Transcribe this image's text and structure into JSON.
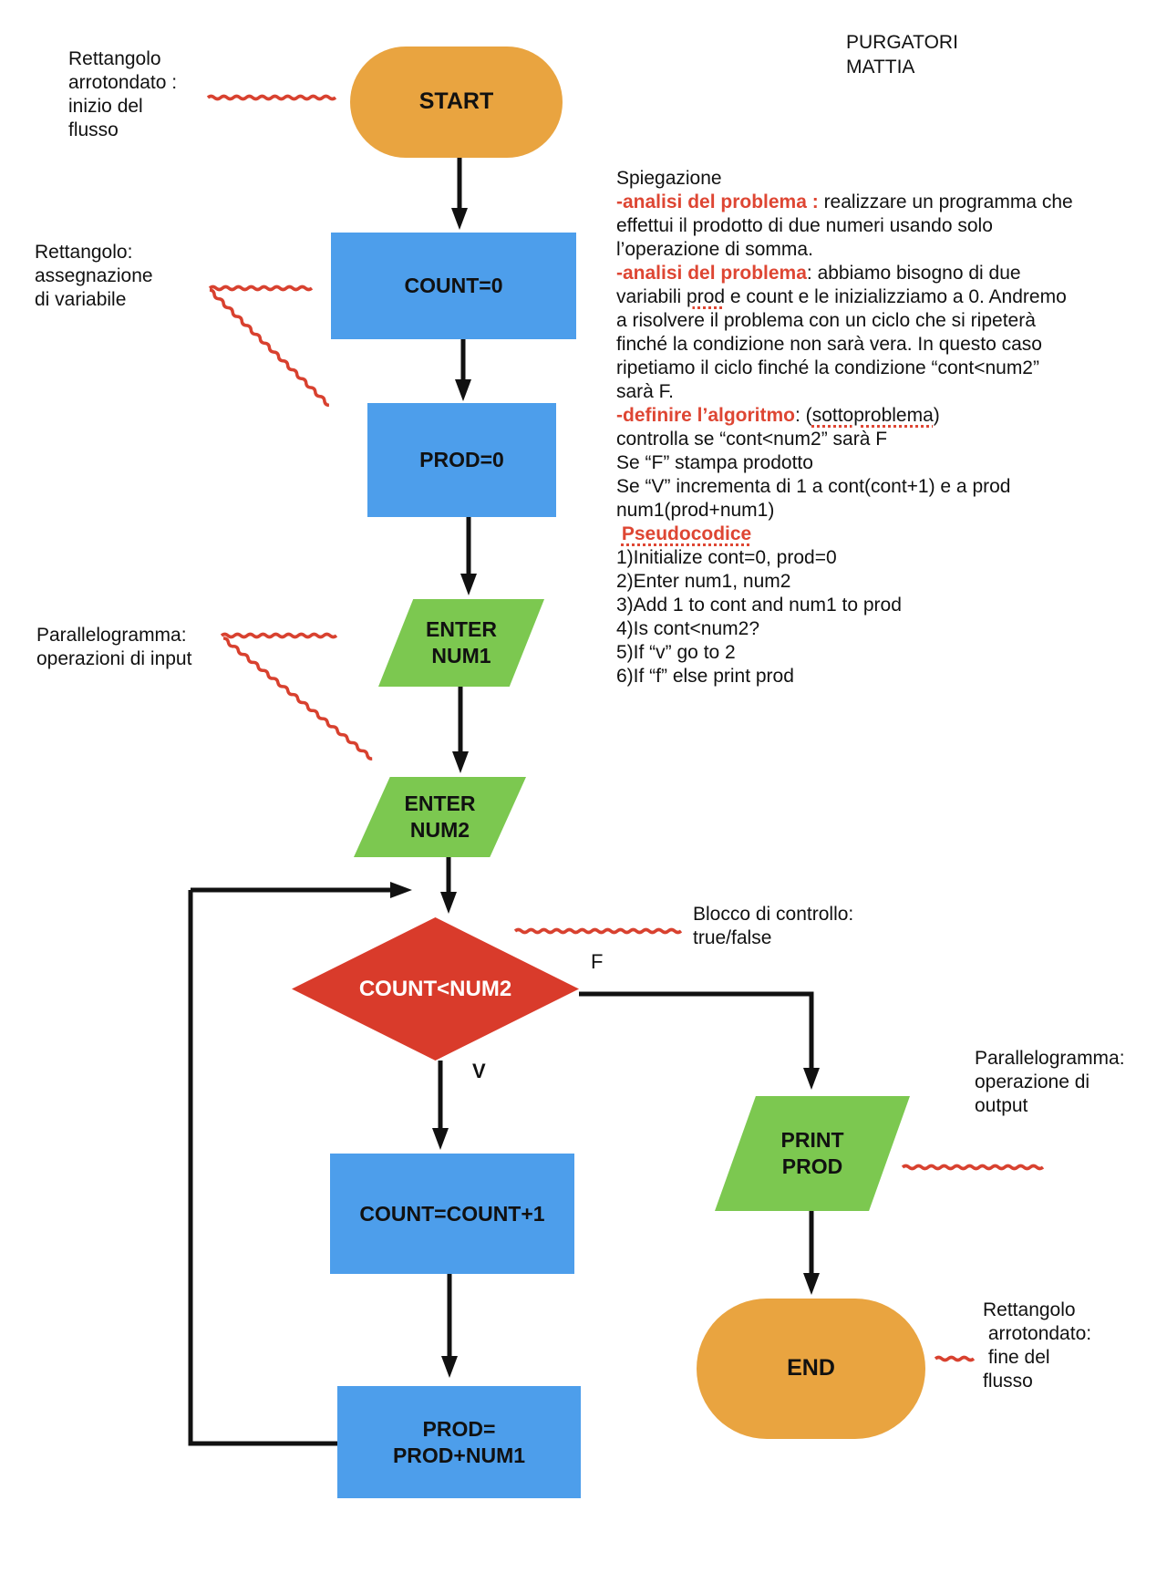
{
  "author": {
    "line1": "PURGATORI",
    "line2": "MATTIA"
  },
  "flowchart": {
    "nodes": {
      "start": {
        "type": "terminator",
        "label": "START"
      },
      "count_init": {
        "type": "process",
        "label": "COUNT=0"
      },
      "prod_init": {
        "type": "process",
        "label": "PROD=0"
      },
      "enter_num1": {
        "type": "input",
        "lines": [
          "ENTER",
          "NUM1"
        ]
      },
      "enter_num2": {
        "type": "input",
        "lines": [
          "ENTER",
          "NUM2"
        ]
      },
      "decision": {
        "type": "decision",
        "label": "COUNT<NUM2"
      },
      "count_increment": {
        "type": "process",
        "label": "COUNT=COUNT+1"
      },
      "prod_accumulate": {
        "type": "process",
        "lines": [
          "PROD=",
          "PROD+NUM1"
        ]
      },
      "print_prod": {
        "type": "output",
        "lines": [
          "PRINT",
          "PROD"
        ]
      },
      "end": {
        "type": "terminator",
        "label": "END"
      }
    },
    "branch_labels": {
      "false_label": "F",
      "true_label": "V"
    }
  },
  "annotations": {
    "start_note": {
      "lines": [
        "Rettangolo",
        "arrotondato :",
        "inizio del",
        "flusso"
      ]
    },
    "variable_note": {
      "lines": [
        "Rettangolo:",
        "assegnazione",
        "di variabile"
      ]
    },
    "input_note": {
      "lines": [
        "Parallelogramma:",
        "operazioni di input"
      ]
    },
    "control_note": {
      "lines": [
        "Blocco di controllo:",
        "true/false"
      ]
    },
    "output_note": {
      "lines": [
        "Parallelogramma:",
        "operazione di",
        "output"
      ]
    },
    "end_note": {
      "lines": [
        "Rettangolo",
        " arrotondato:",
        " fine del",
        "flusso"
      ]
    }
  },
  "explanation": {
    "lines": [
      [
        {
          "t": "Spiegazione",
          "s": "n"
        }
      ],
      [
        {
          "t": "-analisi del problema : ",
          "s": "rb"
        },
        {
          "t": "realizzare un programma che",
          "s": "n"
        }
      ],
      [
        {
          "t": "effettui il prodotto di due numeri usando solo",
          "s": "n"
        }
      ],
      [
        {
          "t": "l’operazione di somma.",
          "s": "n"
        }
      ],
      [
        {
          "t": "-analisi del problema",
          "s": "rb"
        },
        {
          "t": ": abbiamo bisogno di due",
          "s": "n"
        }
      ],
      [
        {
          "t": "variabili ",
          "s": "n"
        },
        {
          "t": "prod",
          "s": "du"
        },
        {
          "t": " e count e le inizializziamo a 0. Andremo",
          "s": "n"
        }
      ],
      [
        {
          "t": "a risolvere il problema con un ciclo che si ripeterà",
          "s": "n"
        }
      ],
      [
        {
          "t": "finché la condizione non sarà vera. In questo caso",
          "s": "n"
        }
      ],
      [
        {
          "t": "ripetiamo il ciclo finché la condizione “cont<num2”",
          "s": "n"
        }
      ],
      [
        {
          "t": "sarà F.",
          "s": "n"
        }
      ],
      [
        {
          "t": "-definire l’algoritmo",
          "s": "rb"
        },
        {
          "t": ": (",
          "s": "n"
        },
        {
          "t": "sottoproblema",
          "s": "du"
        },
        {
          "t": ")",
          "s": "n"
        }
      ],
      [
        {
          "t": "controlla se “cont<num2” sarà F",
          "s": "n"
        }
      ],
      [
        {
          "t": "Se “F” stampa prodotto",
          "s": "n"
        }
      ],
      [
        {
          "t": "Se “V” incrementa di 1 a cont(cont+1) e a prod",
          "s": "n"
        }
      ],
      [
        {
          "t": "num1(prod+num1)",
          "s": "n"
        }
      ],
      [
        {
          "t": " ",
          "s": "n"
        },
        {
          "t": "Pseudocodice",
          "s": "rbu"
        }
      ],
      [
        {
          "t": "1)Initialize cont=0, prod=0",
          "s": "n"
        }
      ],
      [
        {
          "t": "2)Enter num1, num2",
          "s": "n"
        }
      ],
      [
        {
          "t": "3)Add 1 to cont and num1 to prod",
          "s": "n"
        }
      ],
      [
        {
          "t": "4)Is cont<num2?",
          "s": "n"
        }
      ],
      [
        {
          "t": "5)If “v” go to 2",
          "s": "n"
        }
      ],
      [
        {
          "t": "6)If “f” else print prod",
          "s": "n"
        }
      ]
    ]
  },
  "colors": {
    "terminator_orange": "#E9A440",
    "process_blue": "#4D9EEB",
    "io_green": "#7CC850",
    "decision_red": "#D93B2B",
    "annotation_red": "#D8412F",
    "highlight_red_text": "#DE4633",
    "connector_black": "#111111"
  }
}
